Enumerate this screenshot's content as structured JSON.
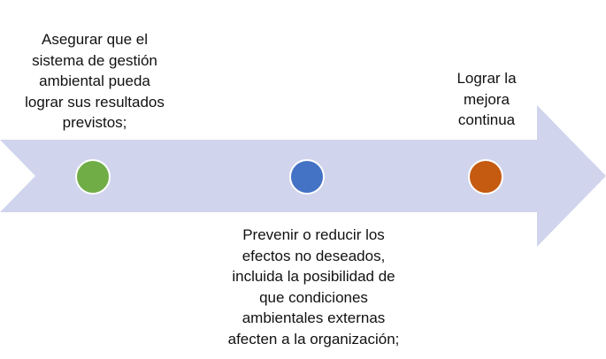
{
  "diagram": {
    "arrow": {
      "fill": "#d0d4ec"
    },
    "milestones": [
      {
        "text": "Asegurar que el sistema de gestión ambiental pueda lograr sus resultados previstos;",
        "lines": [
          "Asegurar que el",
          "sistema de gestión",
          "ambiental pueda",
          "lograr sus resultados",
          "previstos;"
        ],
        "dot_color": "#70ad47"
      },
      {
        "text": "Prevenir o reducir los efectos no deseados, incluida la posibilidad de que condiciones ambientales externas afecten a la organización;",
        "lines": [
          "Prevenir o reducir los",
          "efectos no deseados,",
          "incluida la posibilidad de",
          "que condiciones",
          "ambientales externas",
          "afecten a la organización;"
        ],
        "dot_color": "#4472c4"
      },
      {
        "text": "Lograr la mejora continua",
        "lines": [
          "Lograr la",
          "mejora",
          "continua"
        ],
        "dot_color": "#c55a11"
      }
    ]
  }
}
